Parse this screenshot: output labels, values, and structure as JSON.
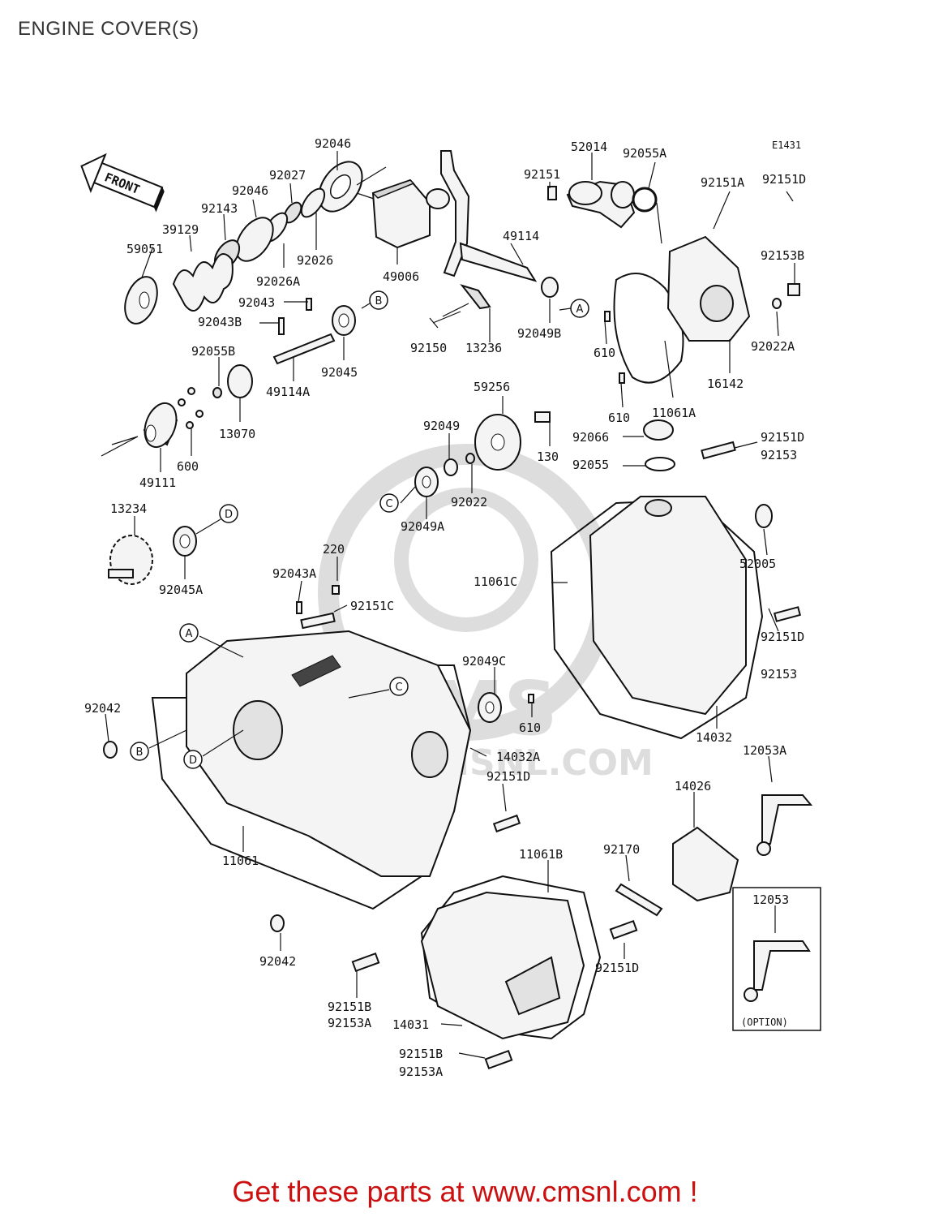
{
  "title": "ENGINE COVER(S)",
  "diagram_code": "E1431",
  "front_label": "FRONT",
  "footer": "Get these parts at www.cmsnl.com !",
  "option_label": "(OPTION)",
  "watermark": {
    "text": "CMS",
    "url": "WWW.CMSNL.COM"
  },
  "callouts": [
    "A",
    "B",
    "C",
    "D"
  ],
  "labels": {
    "p92046a": "92046",
    "p92027": "92027",
    "p92046b": "92046",
    "p92143": "92143",
    "p39129": "39129",
    "p59051": "59051",
    "p92026": "92026",
    "p92026A": "92026A",
    "p92043": "92043",
    "p92043B": "92043B",
    "p92045": "92045",
    "p92055B": "92055B",
    "p49114A": "49114A",
    "p13070": "13070",
    "p600": "600",
    "p49111": "49111",
    "p49006": "49006",
    "p49114": "49114",
    "p92150": "92150",
    "p13236": "13236",
    "p92049B": "92049B",
    "p52014": "52014",
    "p92055A": "92055A",
    "p92151": "92151",
    "p92151A": "92151A",
    "p92151D_1": "92151D",
    "p92153B": "92153B",
    "p92022A": "92022A",
    "p610_1": "610",
    "p16142": "16142",
    "p610_2": "610",
    "p11061A": "11061A",
    "p59256": "59256",
    "p92049": "92049",
    "p130": "130",
    "p92022": "92022",
    "p92049A": "92049A",
    "p92066": "92066",
    "p92055": "92055",
    "p92151D_2": "92151D",
    "p92153_1": "92153",
    "p13234": "13234",
    "p92045A": "92045A",
    "p220": "220",
    "p92043A": "92043A",
    "p92151C": "92151C",
    "p11061C": "11061C",
    "p52005": "52005",
    "p92049C": "92049C",
    "p92151D_3": "92151D",
    "p92153_2": "92153",
    "p610_3": "610",
    "p92042_1": "92042",
    "p14032A": "14032A",
    "p92151D_4": "92151D",
    "p14032": "14032",
    "p12053A": "12053A",
    "p14026": "14026",
    "p11061": "11061",
    "p11061B": "11061B",
    "p92170": "92170",
    "p12053": "12053",
    "p92042_2": "92042",
    "p92151D_5": "92151D",
    "p92151B_1": "92151B",
    "p92153A_1": "92153A",
    "p14031": "14031",
    "p92151B_2": "92151B",
    "p92153A_2": "92153A"
  }
}
